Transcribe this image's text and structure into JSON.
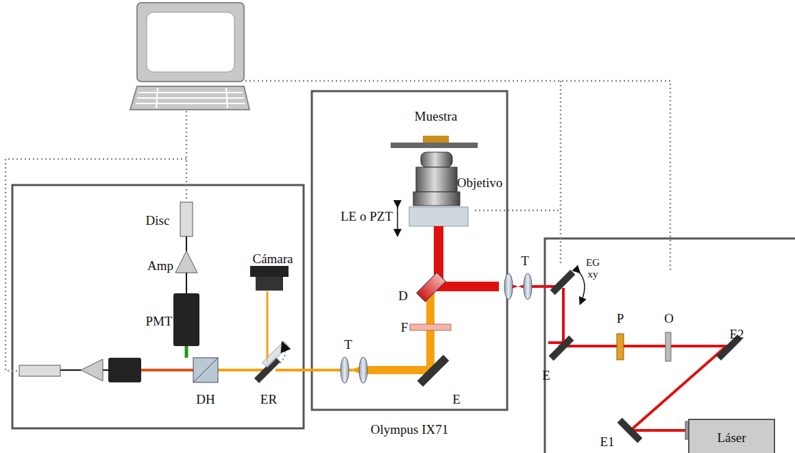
{
  "diagram": {
    "nodes": [
      {
        "text": [
          "Olympus IX71"
        ]
      },
      {
        "text": [
          "Láser"
        ]
      }
    ],
    "labels": [
      "Muestra",
      "Objetivo",
      "LE o PZT",
      "Disc",
      "Amp",
      "PMT",
      "Cámara",
      "D",
      "F",
      "T",
      "T",
      "E",
      "EG xy",
      "P",
      "O",
      "E2",
      "E",
      "E1",
      "DH",
      "ER"
    ]
  }
}
